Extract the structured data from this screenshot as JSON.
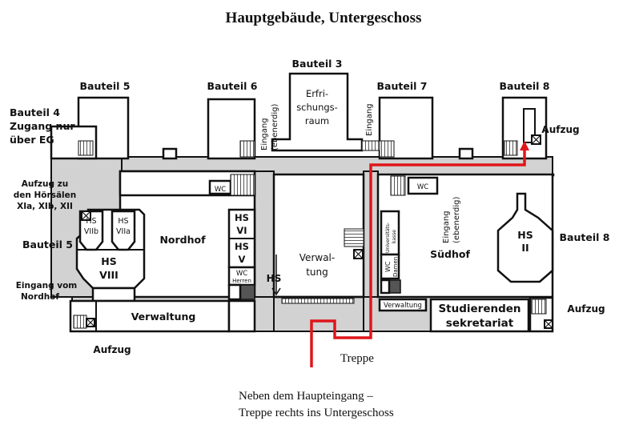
{
  "title": "Hauptgebäude, Untergeschoss",
  "caption": [
    "Neben dem Haupteingang –",
    "Treppe rechts ins Untergeschoss"
  ],
  "route_color": "#e0161b",
  "corridor_color": "#d2d2d2",
  "labels": {
    "bauteil3": "Bauteil 3",
    "bauteil5_top": "Bauteil 5",
    "bauteil6": "Bauteil 6",
    "bauteil7": "Bauteil 7",
    "bauteil8_top": "Bauteil 8",
    "bauteil4": [
      "Bauteil 4",
      "Zugang nur",
      "über EG"
    ],
    "aufzug_hoersaele": [
      "Aufzug zu",
      "den Hörsälen",
      "XIa, XIb, XII"
    ],
    "bauteil5_left": "Bauteil 5",
    "eingang_nordhof": [
      "Eingang vom",
      "Nordhof"
    ],
    "aufzug_top_right": "Aufzug",
    "bauteil8_right": "Bauteil 8",
    "aufzug_right": "Aufzug",
    "aufzug_left": "Aufzug",
    "erfrischungsraum": [
      "Erfri-",
      "schungs-",
      "raum"
    ],
    "eingang_left": [
      "Eingang",
      "(ebenerdig)"
    ],
    "eingang_mid": "Eingang",
    "eingang_suedhof": [
      "Eingang",
      "(ebenerdig)"
    ],
    "wc": "WC",
    "hs_vi": [
      "HS",
      "VI"
    ],
    "hs_v": [
      "HS",
      "V"
    ],
    "wc_herren": [
      "WC",
      "Herren"
    ],
    "hs_viib": [
      "HS",
      "VIIb"
    ],
    "hs_viia": [
      "HS",
      "VIIa"
    ],
    "hs_viii": [
      "HS",
      "VIII"
    ],
    "nordhof": "Nordhof",
    "verwaltung_mid": [
      "Verwal-",
      "tung"
    ],
    "hs_marker": "HS",
    "universitaetskasse": [
      "Universitäts-",
      "kasse"
    ],
    "wc_damen": [
      "WC",
      "Damen"
    ],
    "suedhof": "Südhof",
    "hs_ii": [
      "HS",
      "II"
    ],
    "verwaltung_small": "Verwaltung",
    "studierenden": [
      "Studierenden",
      "sekretariat"
    ],
    "verwaltung_bottom": "Verwaltung",
    "treppe": "Treppe"
  },
  "icons": [
    "elevator-icon",
    "stairs-icon",
    "route-arrow-icon"
  ]
}
